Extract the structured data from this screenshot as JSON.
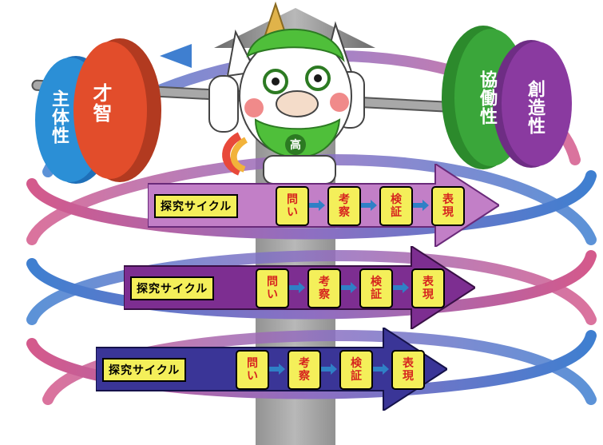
{
  "weights": {
    "left_outer": {
      "text": "主体性",
      "color": "#2b8fd6"
    },
    "left_inner": {
      "text": "才智",
      "color": "#e24d2b"
    },
    "right_inner": {
      "text": "協働性",
      "color": "#3aa63a"
    },
    "right_outer": {
      "text": "創造性",
      "color": "#8a3aa0"
    }
  },
  "mascot": {
    "badge_text": "高"
  },
  "cycles": [
    {
      "label": "探究サイクル",
      "color": "#c27fc7",
      "steps": [
        "問い",
        "考察",
        "検証",
        "表現"
      ]
    },
    {
      "label": "探究サイクル",
      "color": "#7d2e91",
      "steps": [
        "問い",
        "考察",
        "検証",
        "表現"
      ]
    },
    {
      "label": "探究サイクル",
      "color": "#3a3597",
      "steps": [
        "問い",
        "考察",
        "検証",
        "表現"
      ]
    }
  ],
  "colors": {
    "spiral_blue": "#3f7fd0",
    "spiral_pink": "#d45a8c",
    "step_fill": "#f4ef5a",
    "step_text": "#d6251f",
    "step_arrow": "#2f80c6"
  }
}
